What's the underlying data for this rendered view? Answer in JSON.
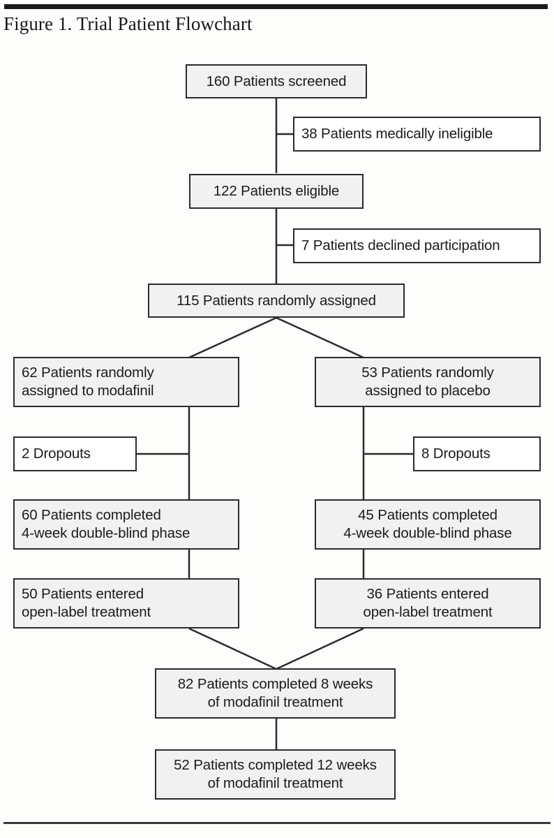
{
  "figure": {
    "title": "Figure 1. Trial Patient Flowchart",
    "top_rule_color": "#1a1a1a",
    "bottom_rule_color": "#3a3a3a",
    "page_background": "#fdfdfb"
  },
  "chart_data": {
    "type": "diagram",
    "title": "Figure 1. Trial Patient Flowchart",
    "diagram_kind": "CONSORT patient flow diagram",
    "nodes": [
      {
        "id": "screened",
        "label": "160 Patients screened",
        "count": 160,
        "style": "filled",
        "align": "center"
      },
      {
        "id": "ineligible",
        "label": "38 Patients medically ineligible",
        "count": 38,
        "style": "plain",
        "align": "left"
      },
      {
        "id": "eligible",
        "label": "122 Patients eligible",
        "count": 122,
        "style": "filled",
        "align": "center"
      },
      {
        "id": "declined",
        "label": "7 Patients declined participation",
        "count": 7,
        "style": "plain",
        "align": "left"
      },
      {
        "id": "randomized",
        "label": "115 Patients randomly assigned",
        "count": 115,
        "style": "filled",
        "align": "center"
      },
      {
        "id": "modafinil-arm",
        "label": "62 Patients randomly\nassigned to modafinil",
        "count": 62,
        "style": "filled",
        "align": "left"
      },
      {
        "id": "placebo-arm",
        "label": "53 Patients randomly\nassigned to placebo",
        "count": 53,
        "style": "filled",
        "align": "center"
      },
      {
        "id": "modafinil-drop",
        "label": "2  Dropouts",
        "count": 2,
        "style": "plain",
        "align": "left"
      },
      {
        "id": "placebo-drop",
        "label": "8  Dropouts",
        "count": 8,
        "style": "plain",
        "align": "left"
      },
      {
        "id": "modafinil-dbl",
        "label": "60 Patients completed\n4-week double-blind phase",
        "count": 60,
        "style": "filled",
        "align": "left"
      },
      {
        "id": "placebo-dbl",
        "label": "45 Patients completed\n4-week double-blind phase",
        "count": 45,
        "style": "filled",
        "align": "center"
      },
      {
        "id": "modafinil-open",
        "label": "50 Patients entered\nopen-label treatment",
        "count": 50,
        "style": "filled",
        "align": "left"
      },
      {
        "id": "placebo-open",
        "label": "36 Patients entered\nopen-label treatment",
        "count": 36,
        "style": "filled",
        "align": "center"
      },
      {
        "id": "completed-8wk",
        "label": "82 Patients completed 8 weeks\nof modafinil treatment",
        "count": 82,
        "style": "filled",
        "align": "center"
      },
      {
        "id": "completed-12wk",
        "label": "52 Patients completed 12 weeks\nof modafinil treatment",
        "count": 52,
        "style": "filled",
        "align": "center"
      }
    ],
    "edges": [
      {
        "from": "screened",
        "to": "eligible"
      },
      {
        "from": "screened",
        "to": "ineligible"
      },
      {
        "from": "eligible",
        "to": "randomized"
      },
      {
        "from": "eligible",
        "to": "declined"
      },
      {
        "from": "randomized",
        "to": "modafinil-arm"
      },
      {
        "from": "randomized",
        "to": "placebo-arm"
      },
      {
        "from": "modafinil-arm",
        "to": "modafinil-drop"
      },
      {
        "from": "modafinil-arm",
        "to": "modafinil-dbl"
      },
      {
        "from": "placebo-arm",
        "to": "placebo-drop"
      },
      {
        "from": "placebo-arm",
        "to": "placebo-dbl"
      },
      {
        "from": "modafinil-dbl",
        "to": "modafinil-open"
      },
      {
        "from": "placebo-dbl",
        "to": "placebo-open"
      },
      {
        "from": "modafinil-open",
        "to": "completed-8wk"
      },
      {
        "from": "placebo-open",
        "to": "completed-8wk"
      },
      {
        "from": "completed-8wk",
        "to": "completed-12wk"
      }
    ]
  }
}
